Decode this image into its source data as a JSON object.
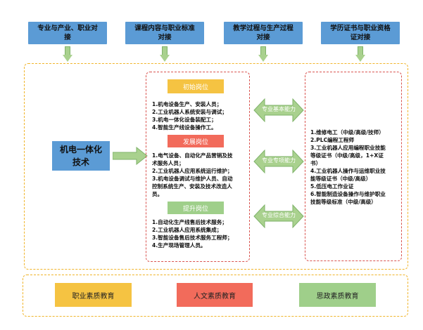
{
  "top_boxes": [
    {
      "label_line1": "专业与产业、职业对",
      "label_line2": "接"
    },
    {
      "label_line1": "课程内容与职业标准",
      "label_line2": "对接"
    },
    {
      "label_line1": "教学过程与生产过程",
      "label_line2": "对接"
    },
    {
      "label_line1": "学历证书与职业资格",
      "label_line2": "证对接"
    }
  ],
  "major": {
    "line1": "机电一体化",
    "line2": "技术"
  },
  "sections": {
    "initial": {
      "title": "初始岗位",
      "items": [
        "1.机电设备生产、安装人员；",
        "2.工业机器人系统安装与调试；",
        "3.机电一体化设备装配工；",
        "4.智能生产线设备操作工。"
      ]
    },
    "development": {
      "title": "发展岗位",
      "items": [
        "1.电气设备、自动化产品营销及技",
        "术服务人员；",
        "2.工业机器人应用系统运行维护；",
        "3.机电设备调试与维护人员、自动",
        "控制系统生产、安装及技术改造人",
        "员。"
      ]
    },
    "promotion": {
      "title": "提升岗位",
      "items": [
        "1.自动化生产线售后技术服务；",
        "2.工业机器人应用系统集成；",
        "3.智能设备售后技术服务工程师；",
        "4.生产现场管理人员。"
      ]
    }
  },
  "abilities": [
    "专业基本能力",
    "专业专项能力",
    "专业综合能力"
  ],
  "certificates": [
    "1.维修电工（中级/高级/技师）",
    "2.PLC编程工程师",
    "3.工业机器人应用编程职业技能",
    "等级证书（中级/高级，1+X证",
    "书）",
    "4.工业机器人操作与运维职业技",
    "能等级证书（中级/高级）",
    "5.低压电工作业证",
    "6.智能制造设备操作与维护职业",
    "技能等级标准（中级/高级）"
  ],
  "education": [
    "职业素质教育",
    "人文素质教育",
    "思政素质教育"
  ],
  "colors": {
    "blue": "#5b9bd5",
    "green_arrow": "#a9d18e",
    "orange_dash": "#f0b429",
    "red_dash": "#d9534f",
    "yellow": "#f5c342",
    "red": "#f26b5b",
    "green_box": "#9fcf8a",
    "initial_hdr": "#f5c342",
    "dev_hdr": "#f26b5b",
    "promo_hdr": "#9fcf8a"
  }
}
